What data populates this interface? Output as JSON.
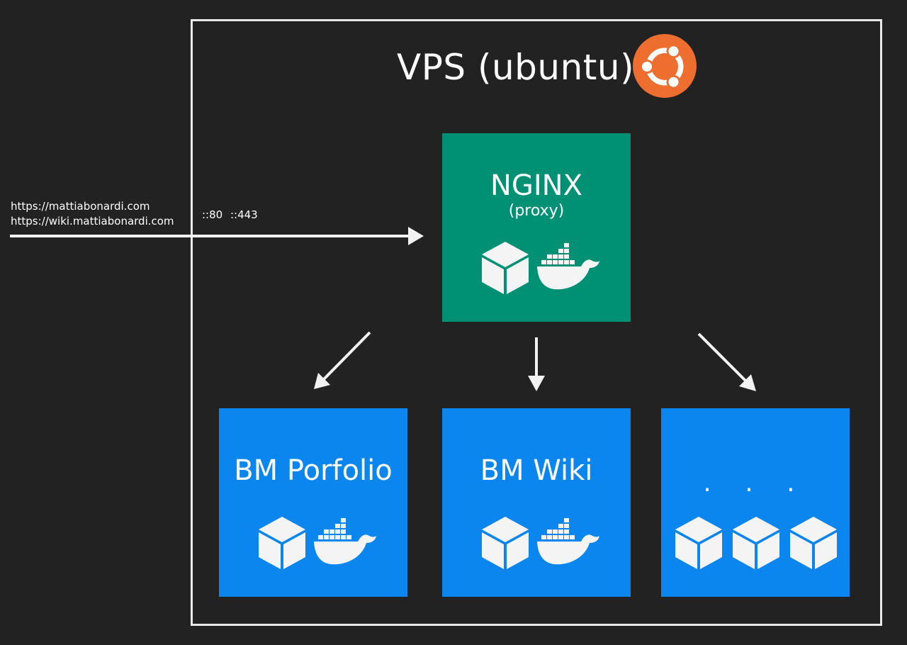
{
  "vps": {
    "title": "VPS (ubuntu)",
    "logo": "ubuntu-logo",
    "logo_color": "#ee6e2f"
  },
  "incoming": {
    "urls": [
      "https://mattiabonardi.com",
      "https://wiki.mattiabonardi.com"
    ],
    "ports": "::80  ::443"
  },
  "proxy": {
    "title": "NGINX",
    "subtitle": "(proxy)",
    "color": "#009175",
    "icons": [
      "container-cube-icon",
      "docker-whale-icon"
    ]
  },
  "services": [
    {
      "title": "BM Porfolio",
      "color": "#0b86ee",
      "icons": [
        "container-cube-icon",
        "docker-whale-icon"
      ]
    },
    {
      "title": "BM Wiki",
      "color": "#0b86ee",
      "icons": [
        "container-cube-icon",
        "docker-whale-icon"
      ]
    },
    {
      "title": ". . .",
      "color": "#0b86ee",
      "icons": [
        "container-cube-icon",
        "container-cube-icon",
        "container-cube-icon"
      ]
    }
  ]
}
